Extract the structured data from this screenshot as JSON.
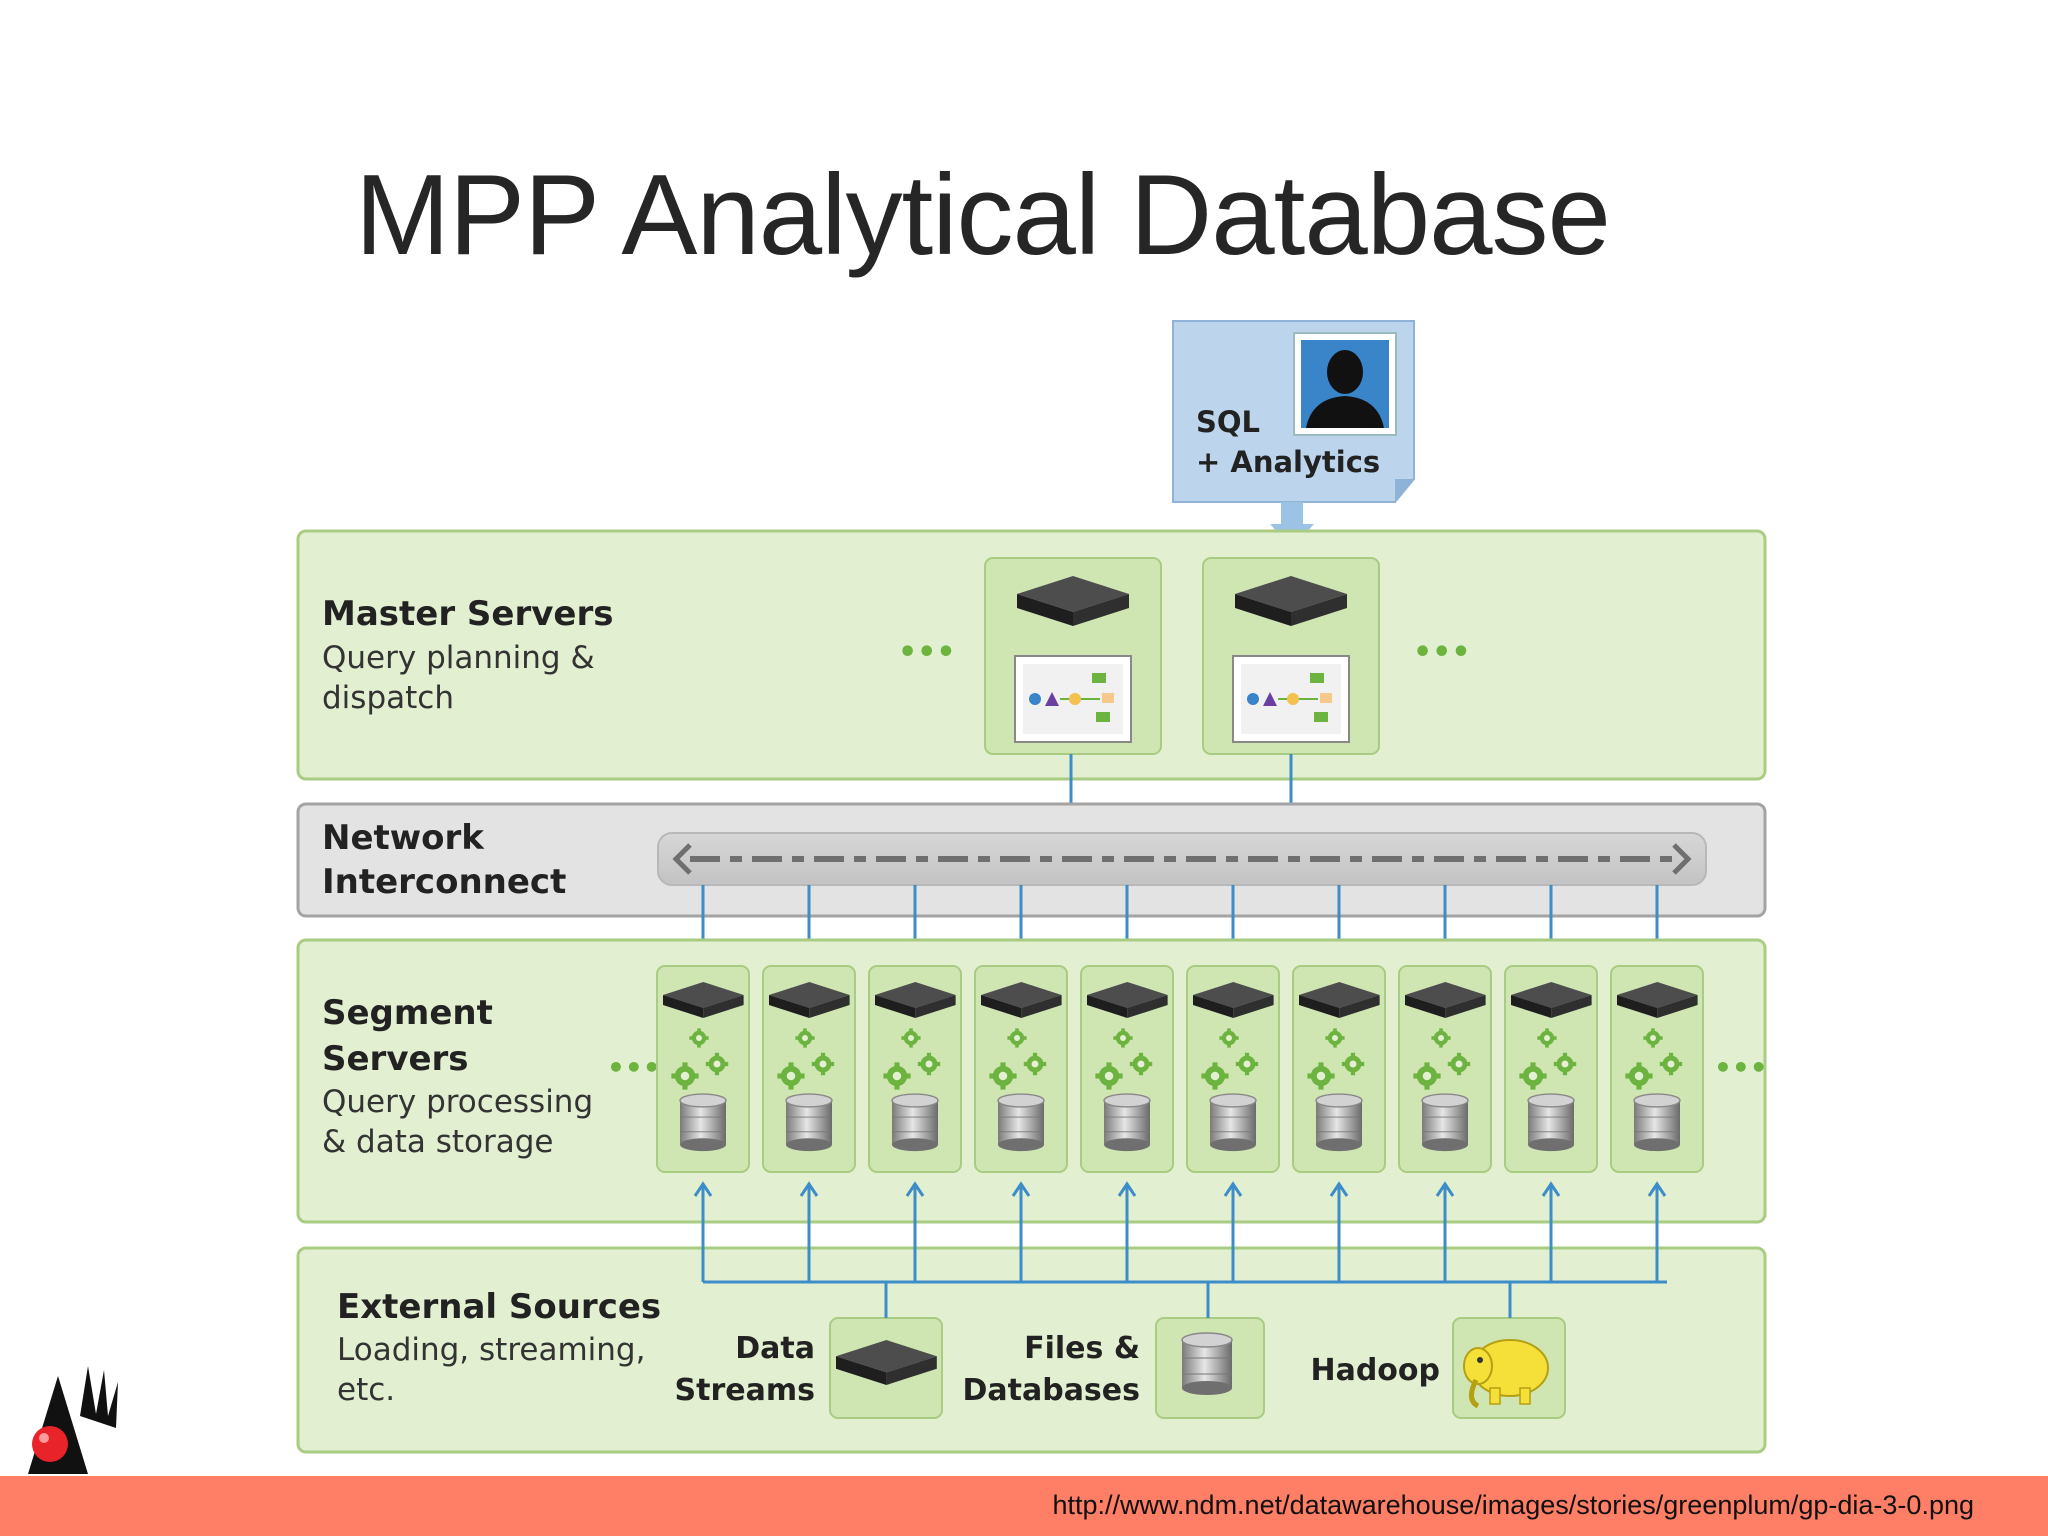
{
  "slide": {
    "title": "MPP Analytical Database",
    "source_url": "http://www.ndm.net/datawarehouse/images/stories/greenplum/gp-dia-3-0.png"
  },
  "diagram": {
    "client": {
      "line1": "SQL",
      "line2": "+ Analytics",
      "icon": "user-avatar-icon"
    },
    "master": {
      "title": "Master Servers",
      "desc1": "Query planning &",
      "desc2": "dispatch",
      "ellipsis": "•••"
    },
    "network": {
      "title1": "Network",
      "title2": "Interconnect"
    },
    "segment": {
      "title1": "Segment",
      "title2": "Servers",
      "desc1": "Query processing",
      "desc2": "& data storage",
      "ellipsis": "•••"
    },
    "external": {
      "title": "External Sources",
      "desc1": "Loading, streaming,",
      "desc2": "etc.",
      "sources": [
        {
          "line1": "Data",
          "line2": "Streams",
          "icon": "server-icon"
        },
        {
          "line1": "Files &",
          "line2": "Databases",
          "icon": "database-icon"
        },
        {
          "line1": "Hadoop",
          "line2": "",
          "icon": "hadoop-elephant-icon"
        }
      ]
    }
  },
  "colors": {
    "panel_fill": "#e2efd0",
    "panel_border": "#a9cc82",
    "network_fill": "#e3e3e3",
    "connector": "#3d8dc8",
    "footer": "#ff7f66"
  }
}
